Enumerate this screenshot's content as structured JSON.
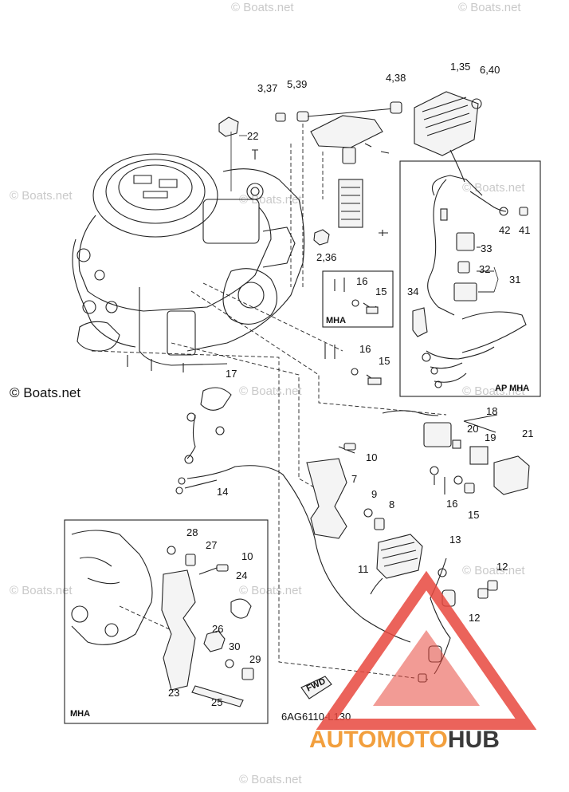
{
  "diagram": {
    "callouts": {
      "c1": "3,37",
      "c2": "5,39",
      "c3": "4,38",
      "c4": "1,35",
      "c5": "6,40",
      "c6": "22",
      "c7": "2,36",
      "c8": "16",
      "c9": "15",
      "c10": "MHA",
      "c11": "16",
      "c12": "15",
      "c13": "17",
      "c14": "14",
      "c15": "33",
      "c16": "32",
      "c17": "31",
      "c18": "34",
      "c19": "42",
      "c20": "41",
      "c21": "AP MHA",
      "c22": "18",
      "c23": "20",
      "c24": "19",
      "c25": "21",
      "c26": "10",
      "c27": "7",
      "c28": "9",
      "c29": "8",
      "c30": "16",
      "c31": "15",
      "c32": "13",
      "c33": "12",
      "c34": "12",
      "c35": "11",
      "c36": "28",
      "c37": "27",
      "c38": "10",
      "c39": "24",
      "c40": "26",
      "c41": "30",
      "c42": "29",
      "c43": "23",
      "c44": "25",
      "c45": "MHA",
      "c46": "FWD",
      "c47": "6AG6110-L130"
    },
    "watermarks": {
      "w1": "© Boats.net",
      "w2": "© Boats.net",
      "w3": "© Boats.net",
      "w4": "© Boats.net",
      "w5": "© Boats.net",
      "w6": "© Boats.net",
      "w7": "© Boats.net",
      "w8": "© Boats.net",
      "w9": "© Boats.net",
      "w10": "© Boats.net",
      "w11": "© Boats.net",
      "w12": "© Boats.net"
    },
    "brand": {
      "part1": "AUTOMOTO",
      "part2": "HUB"
    },
    "colors": {
      "brand_red": "#e8483e",
      "brand_orange": "#f29f3d",
      "brand_dark": "#3a3a3a",
      "watermark": "#c9c9c9"
    }
  }
}
